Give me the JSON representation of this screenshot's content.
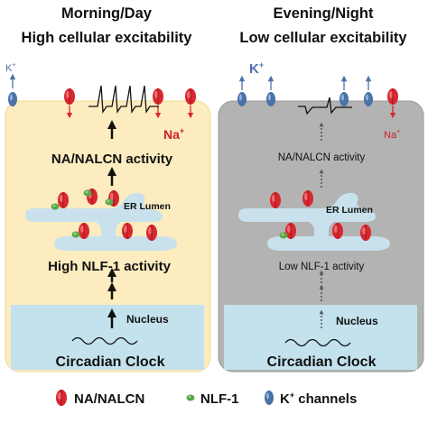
{
  "day": {
    "heading": "Morning/Day",
    "subheading": "High cellular excitability",
    "k_label": "K",
    "k_sup": "+",
    "na_label": "Na",
    "na_sup": "+",
    "activity_label": "NA/NALCN activity",
    "er_label": "ER Lumen",
    "nlf_label": "High NLF-1 activity",
    "nucleus_label": "Nucleus",
    "clock_label": "Circadian Clock"
  },
  "night": {
    "heading": "Evening/Night",
    "subheading": "Low cellular excitability",
    "k_label": "K",
    "k_sup": "+",
    "na_label": "Na",
    "na_sup": "+",
    "activity_label": "NA/NALCN activity",
    "er_label": "ER Lumen",
    "nlf_label": "Low NLF-1 activity",
    "nucleus_label": "Nucleus",
    "clock_label": "Circadian Clock"
  },
  "legend": {
    "nalcn": "NA/NALCN",
    "nlf1": "NLF-1",
    "k_prefix": "K",
    "k_sup": "+",
    "k_suffix": " channels"
  },
  "colors": {
    "day_cell": "#fcecc0",
    "night_cell": "#b3b3b3",
    "er": "#c8e1ec",
    "nucleus": "#c3e2ee",
    "channel_red": "#d8272f",
    "channel_blue": "#4a72a8",
    "nlf_green": "#5aa84a",
    "na_text": "#cc1f25",
    "k_text": "#4a72a8"
  },
  "icons": {
    "nalcn": "red-channel-icon",
    "nlf1": "green-protein-icon",
    "k": "blue-channel-icon"
  }
}
